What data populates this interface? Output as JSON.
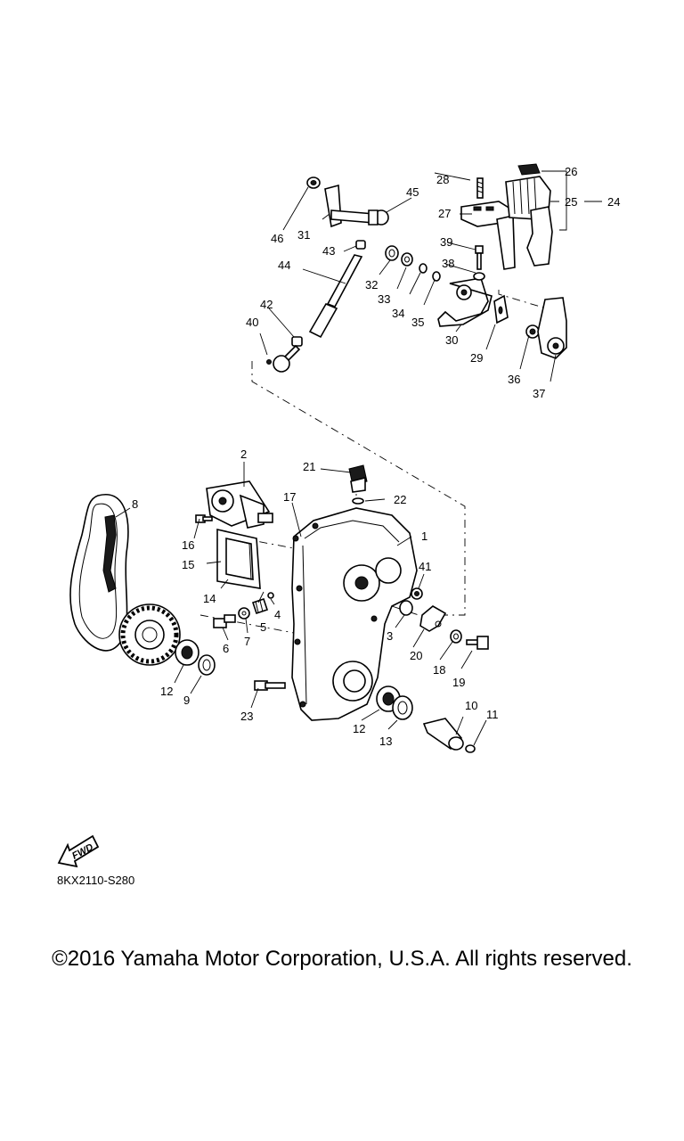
{
  "diagram": {
    "drawing_code": "8KX2110-S280",
    "fwd_label": "FWD",
    "callouts": [
      "1",
      "2",
      "3",
      "4",
      "5",
      "6",
      "7",
      "8",
      "9",
      "10",
      "11",
      "12",
      "12",
      "13",
      "14",
      "15",
      "16",
      "17",
      "18",
      "19",
      "20",
      "21",
      "22",
      "23",
      "24",
      "25",
      "26",
      "27",
      "28",
      "29",
      "30",
      "31",
      "32",
      "33",
      "34",
      "35",
      "36",
      "37",
      "38",
      "39",
      "40",
      "41",
      "42",
      "43",
      "44",
      "45",
      "46"
    ]
  },
  "footer": {
    "copyright": "©2016 Yamaha Motor Corporation, U.S.A. All rights reserved."
  }
}
